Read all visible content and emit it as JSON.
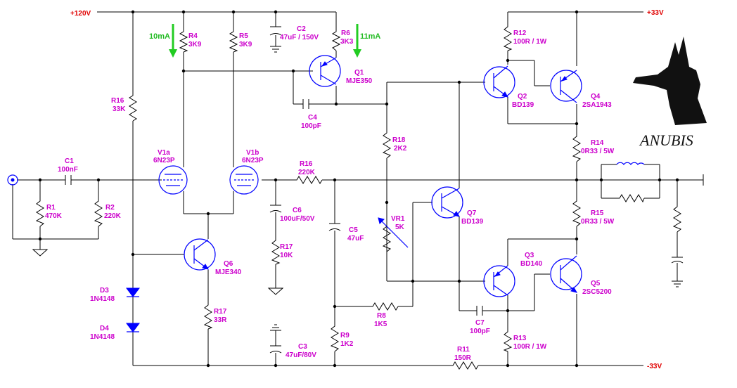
{
  "rails": {
    "pos_hv": "+120V",
    "pos": "+33V",
    "neg": "-33V"
  },
  "currents": {
    "left": "10mA",
    "right": "11mA"
  },
  "brand": "ANUBIS",
  "parts": [
    {
      "id": "r4",
      "ref": "R4",
      "val": "3K9"
    },
    {
      "id": "r5",
      "ref": "R5",
      "val": "3K9"
    },
    {
      "id": "c2",
      "ref": "C2",
      "val": "47uF / 150V"
    },
    {
      "id": "r6",
      "ref": "R6",
      "val": "3K3"
    },
    {
      "id": "q1",
      "ref": "Q1",
      "val": "MJE350"
    },
    {
      "id": "c4",
      "ref": "C4",
      "val": "100pF"
    },
    {
      "id": "r16a",
      "ref": "R16",
      "val": "33K"
    },
    {
      "id": "c1",
      "ref": "C1",
      "val": "100nF"
    },
    {
      "id": "r1",
      "ref": "R1",
      "val": "470K"
    },
    {
      "id": "r2",
      "ref": "R2",
      "val": "220K"
    },
    {
      "id": "v1a",
      "ref": "V1a",
      "val": "6N23P"
    },
    {
      "id": "v1b",
      "ref": "V1b",
      "val": "6N23P"
    },
    {
      "id": "r16b",
      "ref": "R16",
      "val": "220K"
    },
    {
      "id": "c6",
      "ref": "C6",
      "val": "100uF/50V"
    },
    {
      "id": "r17a",
      "ref": "R17",
      "val": "10K"
    },
    {
      "id": "c5",
      "ref": "C5",
      "val": "47uF"
    },
    {
      "id": "q6",
      "ref": "Q6",
      "val": "MJE340"
    },
    {
      "id": "r17b",
      "ref": "R17",
      "val": "33R"
    },
    {
      "id": "d3",
      "ref": "D3",
      "val": "1N4148"
    },
    {
      "id": "d4",
      "ref": "D4",
      "val": "1N4148"
    },
    {
      "id": "c3",
      "ref": "C3",
      "val": "47uF/80V"
    },
    {
      "id": "r9",
      "ref": "R9",
      "val": "1K2"
    },
    {
      "id": "r8",
      "ref": "R8",
      "val": "1K5"
    },
    {
      "id": "r11",
      "ref": "R11",
      "val": "150R"
    },
    {
      "id": "r18",
      "ref": "R18",
      "val": "2K2"
    },
    {
      "id": "vr1",
      "ref": "VR1",
      "val": "5K"
    },
    {
      "id": "q7",
      "ref": "Q7",
      "val": "BD139"
    },
    {
      "id": "q2",
      "ref": "Q2",
      "val": "BD139"
    },
    {
      "id": "q4",
      "ref": "Q4",
      "val": "2SA1943"
    },
    {
      "id": "r12",
      "ref": "R12",
      "val": "100R / 1W"
    },
    {
      "id": "r14",
      "ref": "R14",
      "val": "0R33 / 5W"
    },
    {
      "id": "r15",
      "ref": "R15",
      "val": "0R33 / 5W"
    },
    {
      "id": "q3",
      "ref": "Q3",
      "val": "BD140"
    },
    {
      "id": "q5",
      "ref": "Q5",
      "val": "2SC5200"
    },
    {
      "id": "c7",
      "ref": "C7",
      "val": "100pF"
    },
    {
      "id": "r13",
      "ref": "R13",
      "val": "100R / 1W"
    }
  ]
}
